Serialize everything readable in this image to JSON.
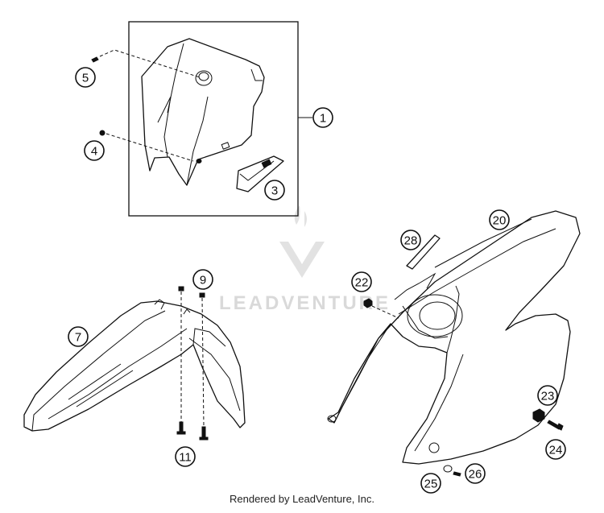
{
  "callouts": {
    "c1": "1",
    "c3": "3",
    "c4": "4",
    "c5": "5",
    "c7": "7",
    "c9": "9",
    "c11": "11",
    "c20": "20",
    "c22": "22",
    "c23": "23",
    "c24": "24",
    "c25": "25",
    "c26": "26",
    "c28": "28"
  },
  "watermark": "LEADVENTURE",
  "footer": "Rendered by LeadVenture, Inc."
}
